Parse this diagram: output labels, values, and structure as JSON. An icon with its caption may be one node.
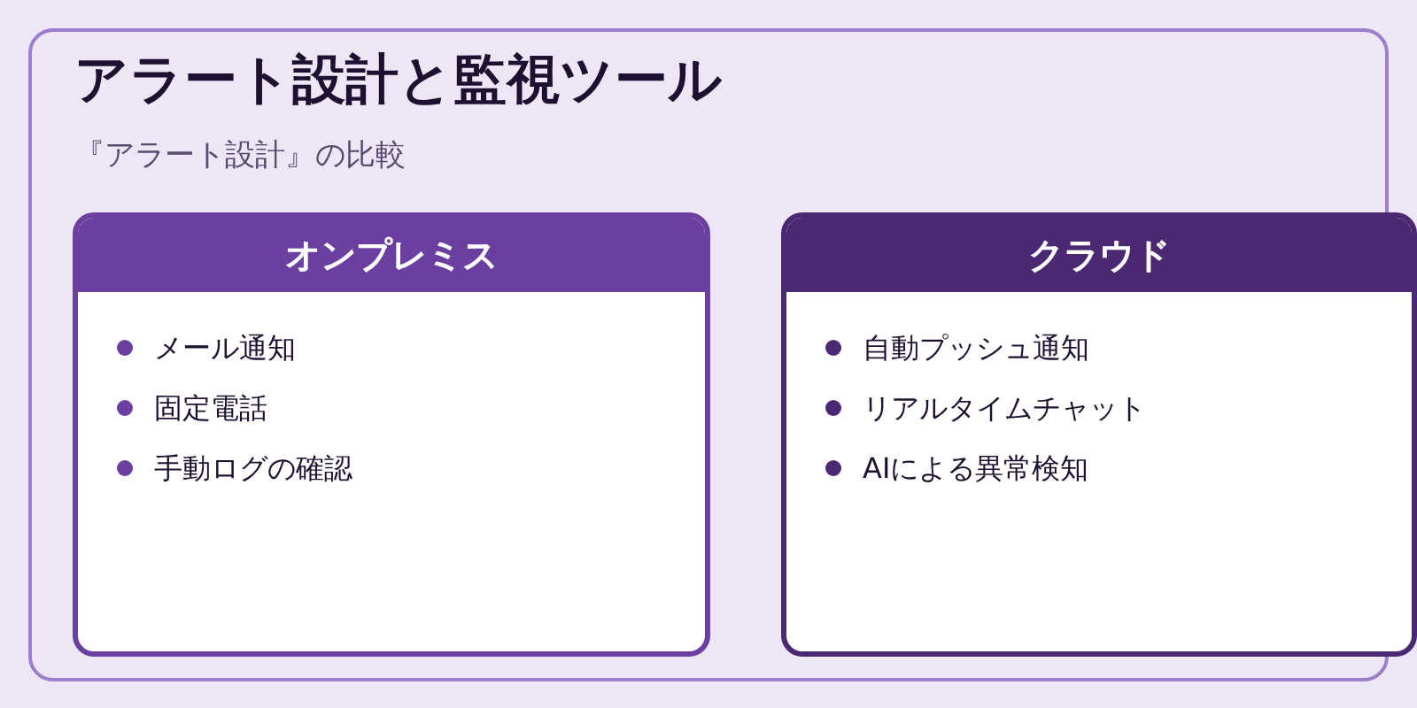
{
  "diagram": {
    "title": "アラート設計と監視ツール",
    "nodes": [
      {
        "text": [
          "オンプレミス",
          "メール通知",
          "固定電話",
          "手動ログの確認"
        ]
      },
      {
        "text": [
          "クラウド",
          "自動プッシュ通知",
          "リアルタイムチャット",
          "AIによる異常検知"
        ]
      }
    ],
    "labels": [
      "『アラート設計』の比較"
    ]
  }
}
